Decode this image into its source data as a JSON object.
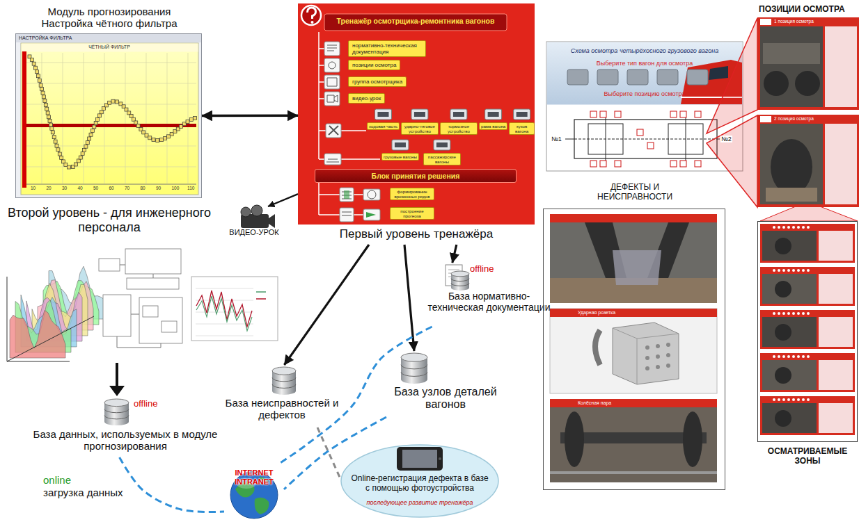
{
  "diagram": {
    "nodes": [
      {
        "text": [
          "Модуль прогнозирования Настройка чётного фильтра",
          "НАСТРОЙКА ФИЛЬТРА",
          "ЧЁТНЫЙ ФИЛЬТР",
          "Второй уровень - для инженерного персонала"
        ]
      },
      {
        "text": [
          "Тренажёр осмотрщика-ремонтника вагонов",
          "Первый уровень тренажёра"
        ]
      },
      {
        "text": [
          "нормативно-техническая документация"
        ],
        "in": 1
      },
      {
        "text": [
          "позиции осмотра"
        ],
        "in": 1
      },
      {
        "text": [
          "группа осмотрщика"
        ],
        "in": 1
      },
      {
        "text": [
          "видео-урок"
        ],
        "in": 1
      },
      {
        "text": [
          "ходовая часть"
        ],
        "in": 1
      },
      {
        "text": [
          "ударно-тяговое устройство"
        ],
        "in": 1
      },
      {
        "text": [
          "тормозное устройство"
        ],
        "in": 1
      },
      {
        "text": [
          "рама вагона"
        ],
        "in": 1
      },
      {
        "text": [
          "кузов вагона"
        ],
        "in": 1
      },
      {
        "text": [
          "грузовые вагоны"
        ],
        "in": 1
      },
      {
        "text": [
          "пассажирские вагоны"
        ],
        "in": 1
      },
      {
        "text": [
          "Блок принятия решения"
        ],
        "in": 1
      },
      {
        "text": [
          "формирование временных рядов"
        ],
        "in": 1
      },
      {
        "text": [
          "построение прогноза"
        ],
        "in": 1
      },
      {
        "text": [
          "ВИДЕО-УРОК"
        ]
      },
      {
        "text": [
          "offline",
          "База нормативно-техническая документации"
        ]
      },
      {
        "text": [
          "База неисправностей и дефектов"
        ]
      },
      {
        "text": [
          "База узлов деталей вагонов"
        ]
      },
      {
        "text": [
          "offline",
          "База данных, используемых в модуле прогнозирования"
        ]
      },
      {
        "text": [
          "INTERNET INTRANET"
        ]
      },
      {
        "text": [
          "Online-регистрация дефекта в базе с помощью фотоустройства",
          "последующее развитие тренажёра"
        ]
      },
      {
        "text": [
          "Схема осмотра четырёхосного грузового вагона",
          "Выберите тип вагон для осмотра",
          "Выберите позицию осмотра"
        ]
      },
      {
        "text": [
          "ДЕФЕКТЫ И НЕИСПРАВНОСТИ"
        ]
      },
      {
        "text": [
          "ОСМАТРИВАЕМЫЕ ЗОНЫ"
        ]
      }
    ],
    "edges": [
      {
        "from": 0,
        "to": 1,
        "arrow": "both"
      },
      {
        "from": 1,
        "to": 16,
        "arrow": "to"
      },
      {
        "from": 1,
        "to": 18,
        "arrow": "to"
      },
      {
        "from": 1,
        "to": 19,
        "arrow": "to"
      },
      {
        "from": 1,
        "to": 17,
        "arrow": "to"
      },
      {
        "from": 20,
        "to": 21,
        "arrow": "none"
      },
      {
        "from": 17,
        "to": 21,
        "arrow": "none"
      },
      {
        "from": 19,
        "to": 21,
        "arrow": "none"
      },
      {
        "from": 18,
        "to": 22,
        "arrow": "none"
      }
    ],
    "labels": [
      "ПОЗИЦИИ ОСМОТРА",
      "1 позиция осмотра",
      "2 позиция осмотра",
      "№1",
      "№2",
      "Ударная розетка",
      "Колёсная пара",
      "online",
      "загрузка данных",
      "10",
      "20",
      "30",
      "40",
      "50",
      "60",
      "70",
      "80",
      "90",
      "100",
      "110"
    ]
  }
}
